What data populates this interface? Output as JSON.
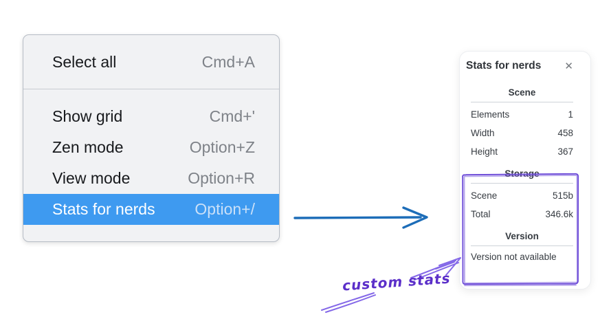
{
  "menu": {
    "items": [
      {
        "label": "Select all",
        "shortcut": "Cmd+A"
      },
      {
        "label": "Show grid",
        "shortcut": "Cmd+'"
      },
      {
        "label": "Zen mode",
        "shortcut": "Option+Z"
      },
      {
        "label": "View mode",
        "shortcut": "Option+R"
      },
      {
        "label": "Stats for nerds",
        "shortcut": "Option+/",
        "highlighted": true
      }
    ]
  },
  "panel": {
    "title": "Stats for nerds",
    "close_glyph": "✕",
    "sections": [
      {
        "header": "Scene",
        "rows": [
          {
            "label": "Elements",
            "value": "1"
          },
          {
            "label": "Width",
            "value": "458"
          },
          {
            "label": "Height",
            "value": "367"
          }
        ]
      },
      {
        "header": "Storage",
        "rows": [
          {
            "label": "Scene",
            "value": "515b"
          },
          {
            "label": "Total",
            "value": "346.6k"
          }
        ]
      },
      {
        "header": "Version",
        "note": "Version not available"
      }
    ]
  },
  "annotation": {
    "label": "custom stats"
  },
  "colors": {
    "menu-bg": "#f1f2f4",
    "menu-border": "#b6bcc5",
    "menu-divider": "#c8ccd2",
    "menu-text": "#17191c",
    "menu-shortcut": "#7e8288",
    "highlight-bg": "#3e9af0",
    "highlight-text": "#ffffff",
    "highlight-shortcut": "#cae0f8",
    "panel-text": "#363b41",
    "panel-divider": "#ced3d9",
    "close-color": "#75797e",
    "arrow-blue": "#1d6db8",
    "annotation-purple": "#6a48d7",
    "annotation-text-purple": "#5b2fc9"
  }
}
